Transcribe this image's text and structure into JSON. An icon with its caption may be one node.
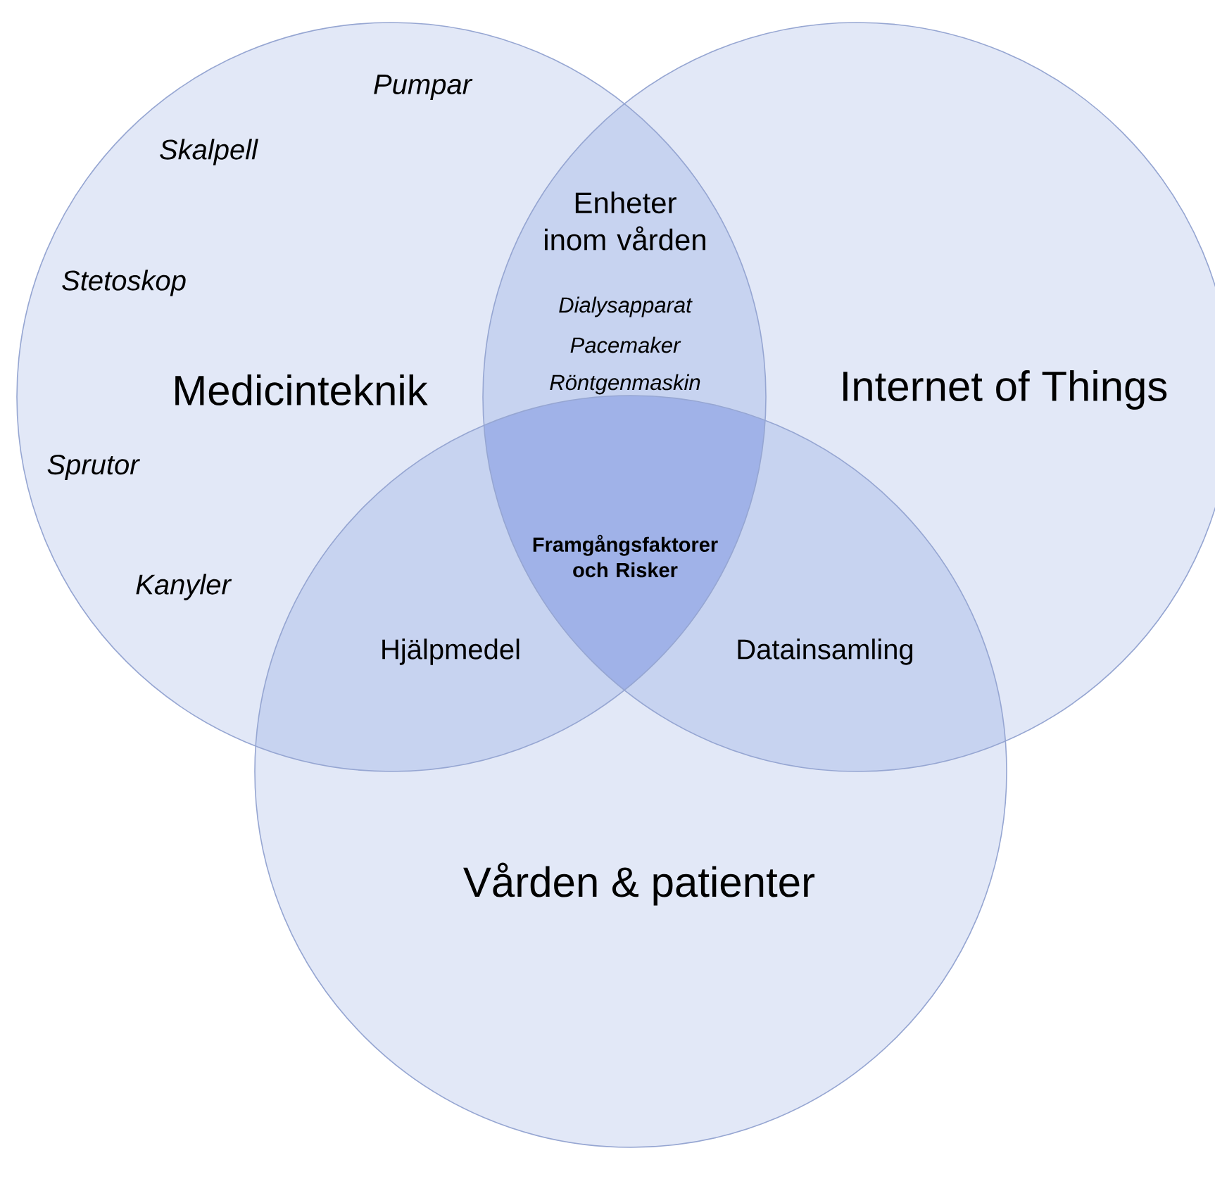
{
  "diagram": {
    "nodes": [
      {
        "text": [
          "Medicinteknik"
        ]
      },
      {
        "text": [
          "Internet of Things"
        ]
      },
      {
        "text": [
          "Vården & patienter"
        ]
      }
    ],
    "labels": [
      "Pumpar",
      "Skalpell",
      "Enheter inom vården",
      "Stetoskop",
      "Dialysapparat",
      "Pacemaker",
      "Röntgenmaskin",
      "Sprutor",
      "Framgångsfaktorer och Risker",
      "Kanyler",
      "Hjälpmedel",
      "Datainsamling"
    ]
  }
}
